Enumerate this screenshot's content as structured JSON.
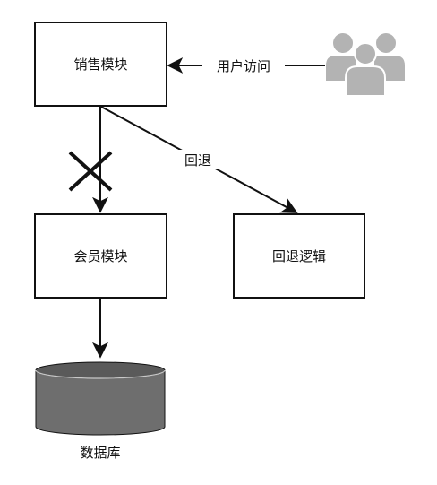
{
  "nodes": {
    "sales": {
      "label": "销售模块"
    },
    "member": {
      "label": "会员模块"
    },
    "rollback": {
      "label": "回退逻辑"
    },
    "database": {
      "label": "数据库"
    }
  },
  "edges": {
    "user_access": {
      "label": "用户访问"
    },
    "rollback": {
      "label": "回退"
    }
  },
  "icons": {
    "users": "users-group-icon",
    "blocked": "cross-icon"
  },
  "colors": {
    "stroke": "#111111",
    "users_icon": "#b3b3b3",
    "db_top": "#5a5a5a",
    "db_body": "#6e6e6e"
  }
}
